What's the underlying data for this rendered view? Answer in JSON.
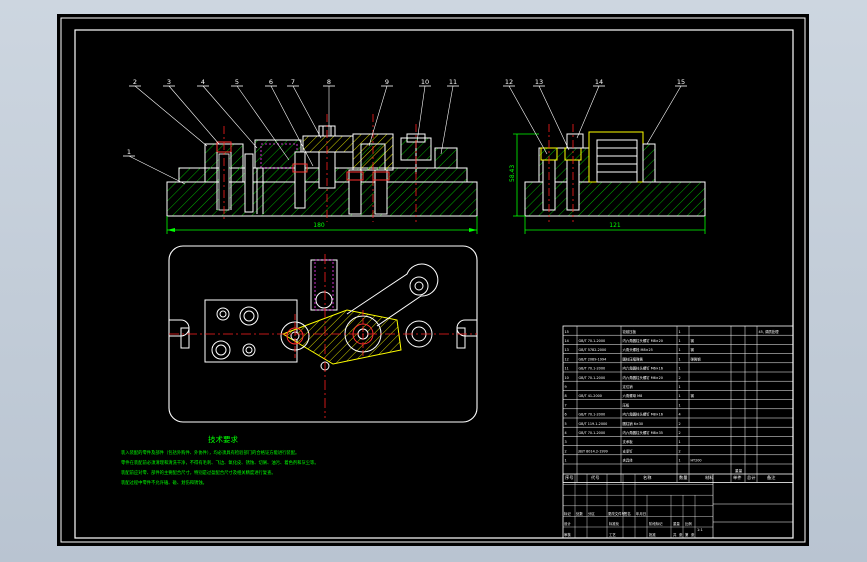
{
  "drawing": {
    "background_color": "#000000",
    "frame_color": "#ffffff",
    "part_color": "#ffffff",
    "hatch_color": "#00c000",
    "center_color": "#ff2020",
    "dim_color": "#00ff00",
    "highlight_color": "#ffff00",
    "leader_color": "#ffffff"
  },
  "balloons": [
    "1",
    "2",
    "3",
    "4",
    "5",
    "6",
    "7",
    "8",
    "9",
    "10",
    "11",
    "12",
    "13",
    "14",
    "15"
  ],
  "dimensions": {
    "front_width": "180",
    "side_height": "58.43",
    "side_width": "121"
  },
  "technical_requirements": {
    "title": "技术要求",
    "lines": [
      "装入装配的零件及部件（包括外购件、外协件），均必须具有检验部门的合格证方能进行装配。",
      "零件在装配前必须清理和清洗干净，不得有毛刺、飞边、氧化皮、锈蚀、切屑、油污、着色剂和灰尘等。",
      "装配前应对零、部件的主要配合尺寸，特别是过盈配合尺寸及相关精度进行复查。",
      "装配过程中零件不允许磕、碰、划伤和锈蚀。"
    ]
  },
  "bom": {
    "rows": [
      {
        "no": "15",
        "code": "",
        "name": "铰链压板",
        "qty": "1",
        "material": "",
        "weight": "",
        "note": "45, 调质处理"
      },
      {
        "no": "14",
        "code": "GB/T 70.1-2000",
        "name": "内六角圆柱头螺钉 M8×20",
        "qty": "1",
        "material": "钢",
        "weight": "",
        "note": ""
      },
      {
        "no": "13",
        "code": "GB/T 5782-2000",
        "name": "六角头螺栓 M8×25",
        "qty": "1",
        "material": "钢",
        "weight": "",
        "note": ""
      },
      {
        "no": "12",
        "code": "GB/T 2089-1994",
        "name": "圆柱压缩弹簧",
        "qty": "1",
        "material": "弹簧钢",
        "weight": "",
        "note": ""
      },
      {
        "no": "11",
        "code": "GB/T 70.1-2000",
        "name": "内六角圆柱头螺钉 M6×16",
        "qty": "1",
        "material": "",
        "weight": "",
        "note": ""
      },
      {
        "no": "10",
        "code": "GB/T 70.1-2000",
        "name": "内六角圆柱头螺钉 M6×20",
        "qty": "2",
        "material": "",
        "weight": "",
        "note": ""
      },
      {
        "no": "9",
        "code": "",
        "name": "定位销",
        "qty": "1",
        "material": "",
        "weight": "",
        "note": ""
      },
      {
        "no": "8",
        "code": "GB/T 41-2000",
        "name": "六角螺母 M8",
        "qty": "1",
        "material": "钢",
        "weight": "",
        "note": ""
      },
      {
        "no": "7",
        "code": "",
        "name": "压板",
        "qty": "1",
        "material": "",
        "weight": "",
        "note": ""
      },
      {
        "no": "6",
        "code": "GB/T 70.1-2000",
        "name": "内六角圆柱头螺钉 M8×16",
        "qty": "4",
        "material": "",
        "weight": "",
        "note": ""
      },
      {
        "no": "5",
        "code": "GB/T 119.1-2000",
        "name": "圆柱销 6×30",
        "qty": "2",
        "material": "",
        "weight": "",
        "note": ""
      },
      {
        "no": "4",
        "code": "GB/T 70.1-2000",
        "name": "内六角圆柱头螺钉 M8×35",
        "qty": "2",
        "material": "",
        "weight": "",
        "note": ""
      },
      {
        "no": "3",
        "code": "",
        "name": "支承板",
        "qty": "1",
        "material": "",
        "weight": "",
        "note": ""
      },
      {
        "no": "2",
        "code": "JB/T 8014.2-1999",
        "name": "支承钉",
        "qty": "2",
        "material": "",
        "weight": "",
        "note": ""
      },
      {
        "no": "1",
        "code": "",
        "name": "夹具体",
        "qty": "1",
        "material": "HT200",
        "weight": "",
        "note": ""
      }
    ],
    "header": {
      "no": "序号",
      "code": "代号",
      "name": "名称",
      "qty": "数量",
      "material": "材料",
      "single": "单件",
      "total": "总计",
      "weight": "重量",
      "note": "备注"
    }
  },
  "title_block": {
    "labels": [
      "标记",
      "处数",
      "分区",
      "更改文件号",
      "签名",
      "年月日",
      "设计",
      "标准化",
      "阶段标记",
      "重量",
      "比例",
      "审核",
      "工艺",
      "批准",
      "共",
      "张",
      "第",
      "张"
    ],
    "scale": "1:1"
  }
}
